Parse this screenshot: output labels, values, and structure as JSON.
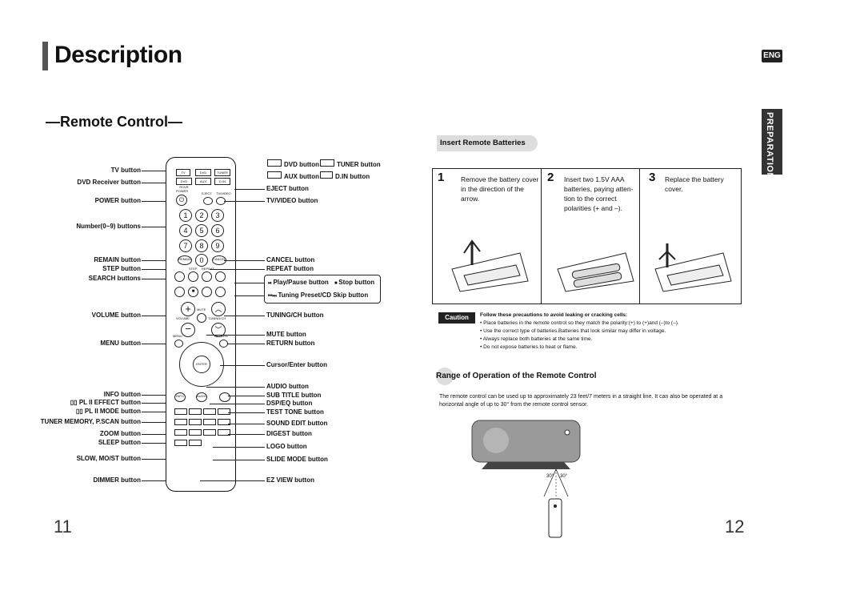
{
  "header": {
    "title": "Description",
    "lang_badge": "ENG",
    "subtitle": "—Remote Control—",
    "side_tab": "PREPARATION"
  },
  "remote": {
    "left_labels": [
      "TV button",
      "DVD Receiver button",
      "POWER button",
      "Number(0~9) buttons",
      "REMAIN button",
      "STEP button",
      "SEARCH buttons",
      "VOLUME button",
      "MENU button",
      "INFO button",
      "PL II EFFECT button",
      "PL II MODE button",
      "TUNER MEMORY, P.SCAN button",
      "ZOOM button",
      "SLEEP button",
      "SLOW, MO/ST button",
      "DIMMER button"
    ],
    "right_labels": {
      "dvd_button": "DVD button",
      "tuner_button": "TUNER button",
      "aux_button": "AUX button",
      "din_button": "D.IN button",
      "eject": "EJECT button",
      "tv_video": "TV/VIDEO button",
      "cancel": "CANCEL button",
      "repeat": "REPEAT button",
      "play_pause": "Play/Pause button",
      "stop": "Stop button",
      "tuning_skip": "Tuning Preset/CD Skip button",
      "tuning_ch": "TUNING/CH button",
      "mute": "MUTE button",
      "return": "RETURN button",
      "cursor_enter": "Cursor/Enter button",
      "audio": "AUDIO button",
      "subtitle": "SUB TITLE button",
      "dsp_eq": "DSP/EQ button",
      "test_tone": "TEST TONE button",
      "sound_edit": "SOUND EDIT button",
      "digest": "DIGEST button",
      "logo": "LOGO button",
      "slide_mode": "SLIDE MODE button",
      "ez_view": "EZ VIEW button"
    },
    "key_text": {
      "tv": "TV",
      "dvd": "DVD",
      "tuner": "TUNER",
      "dvd_receiver": "DVD RCVR",
      "aux": "AUX",
      "din": "D.IN",
      "power": "POWER",
      "eject": "EJECT",
      "tv_video": "TV/VIDEO",
      "numbers": [
        "1",
        "2",
        "3",
        "4",
        "5",
        "6",
        "7",
        "8",
        "9",
        "0"
      ],
      "remain": "REMAIN",
      "cancel": "CANCEL",
      "step": "STEP",
      "repeat": "REPEAT",
      "mute": "MUTE",
      "volume": "VOLUME",
      "tuning_ch": "TUNING/CH",
      "menu": "MENU",
      "return": "RETURN",
      "enter": "ENTER",
      "info": "INFO",
      "audio": "AUDIO"
    }
  },
  "batteries": {
    "heading": "Insert Remote Batteries",
    "steps": [
      {
        "num": "1",
        "text": "Remove the battery cover in the direction of the arrow."
      },
      {
        "num": "2",
        "text": "Insert two 1.5V AAA batteries, paying atten- tion to the correct polarities (+ and –)."
      },
      {
        "num": "3",
        "text": "Replace the battery cover."
      }
    ],
    "caution_label": "Caution",
    "caution_title": "Follow these precautions to avoid leaking or cracking cells:",
    "caution_items": [
      "Place batteries in the remote control so they match the polarity:(+) to (+)and (–)to (–).",
      "Use the correct type of batteries.Batteries that look similar may differ in voltage.",
      "Always replace both batteries at the same time.",
      "Do not expose batteries to heat or flame."
    ]
  },
  "range": {
    "heading": "Range of Operation of the Remote Control",
    "body": "The remote control can be used up to approximately 23 feet/7 meters in a straight line. It can also be operated at a horizontal angle of up to 30° from the remote control sensor.",
    "angle_left": "30°",
    "angle_right": "30°"
  },
  "pages": {
    "left": "11",
    "right": "12"
  }
}
